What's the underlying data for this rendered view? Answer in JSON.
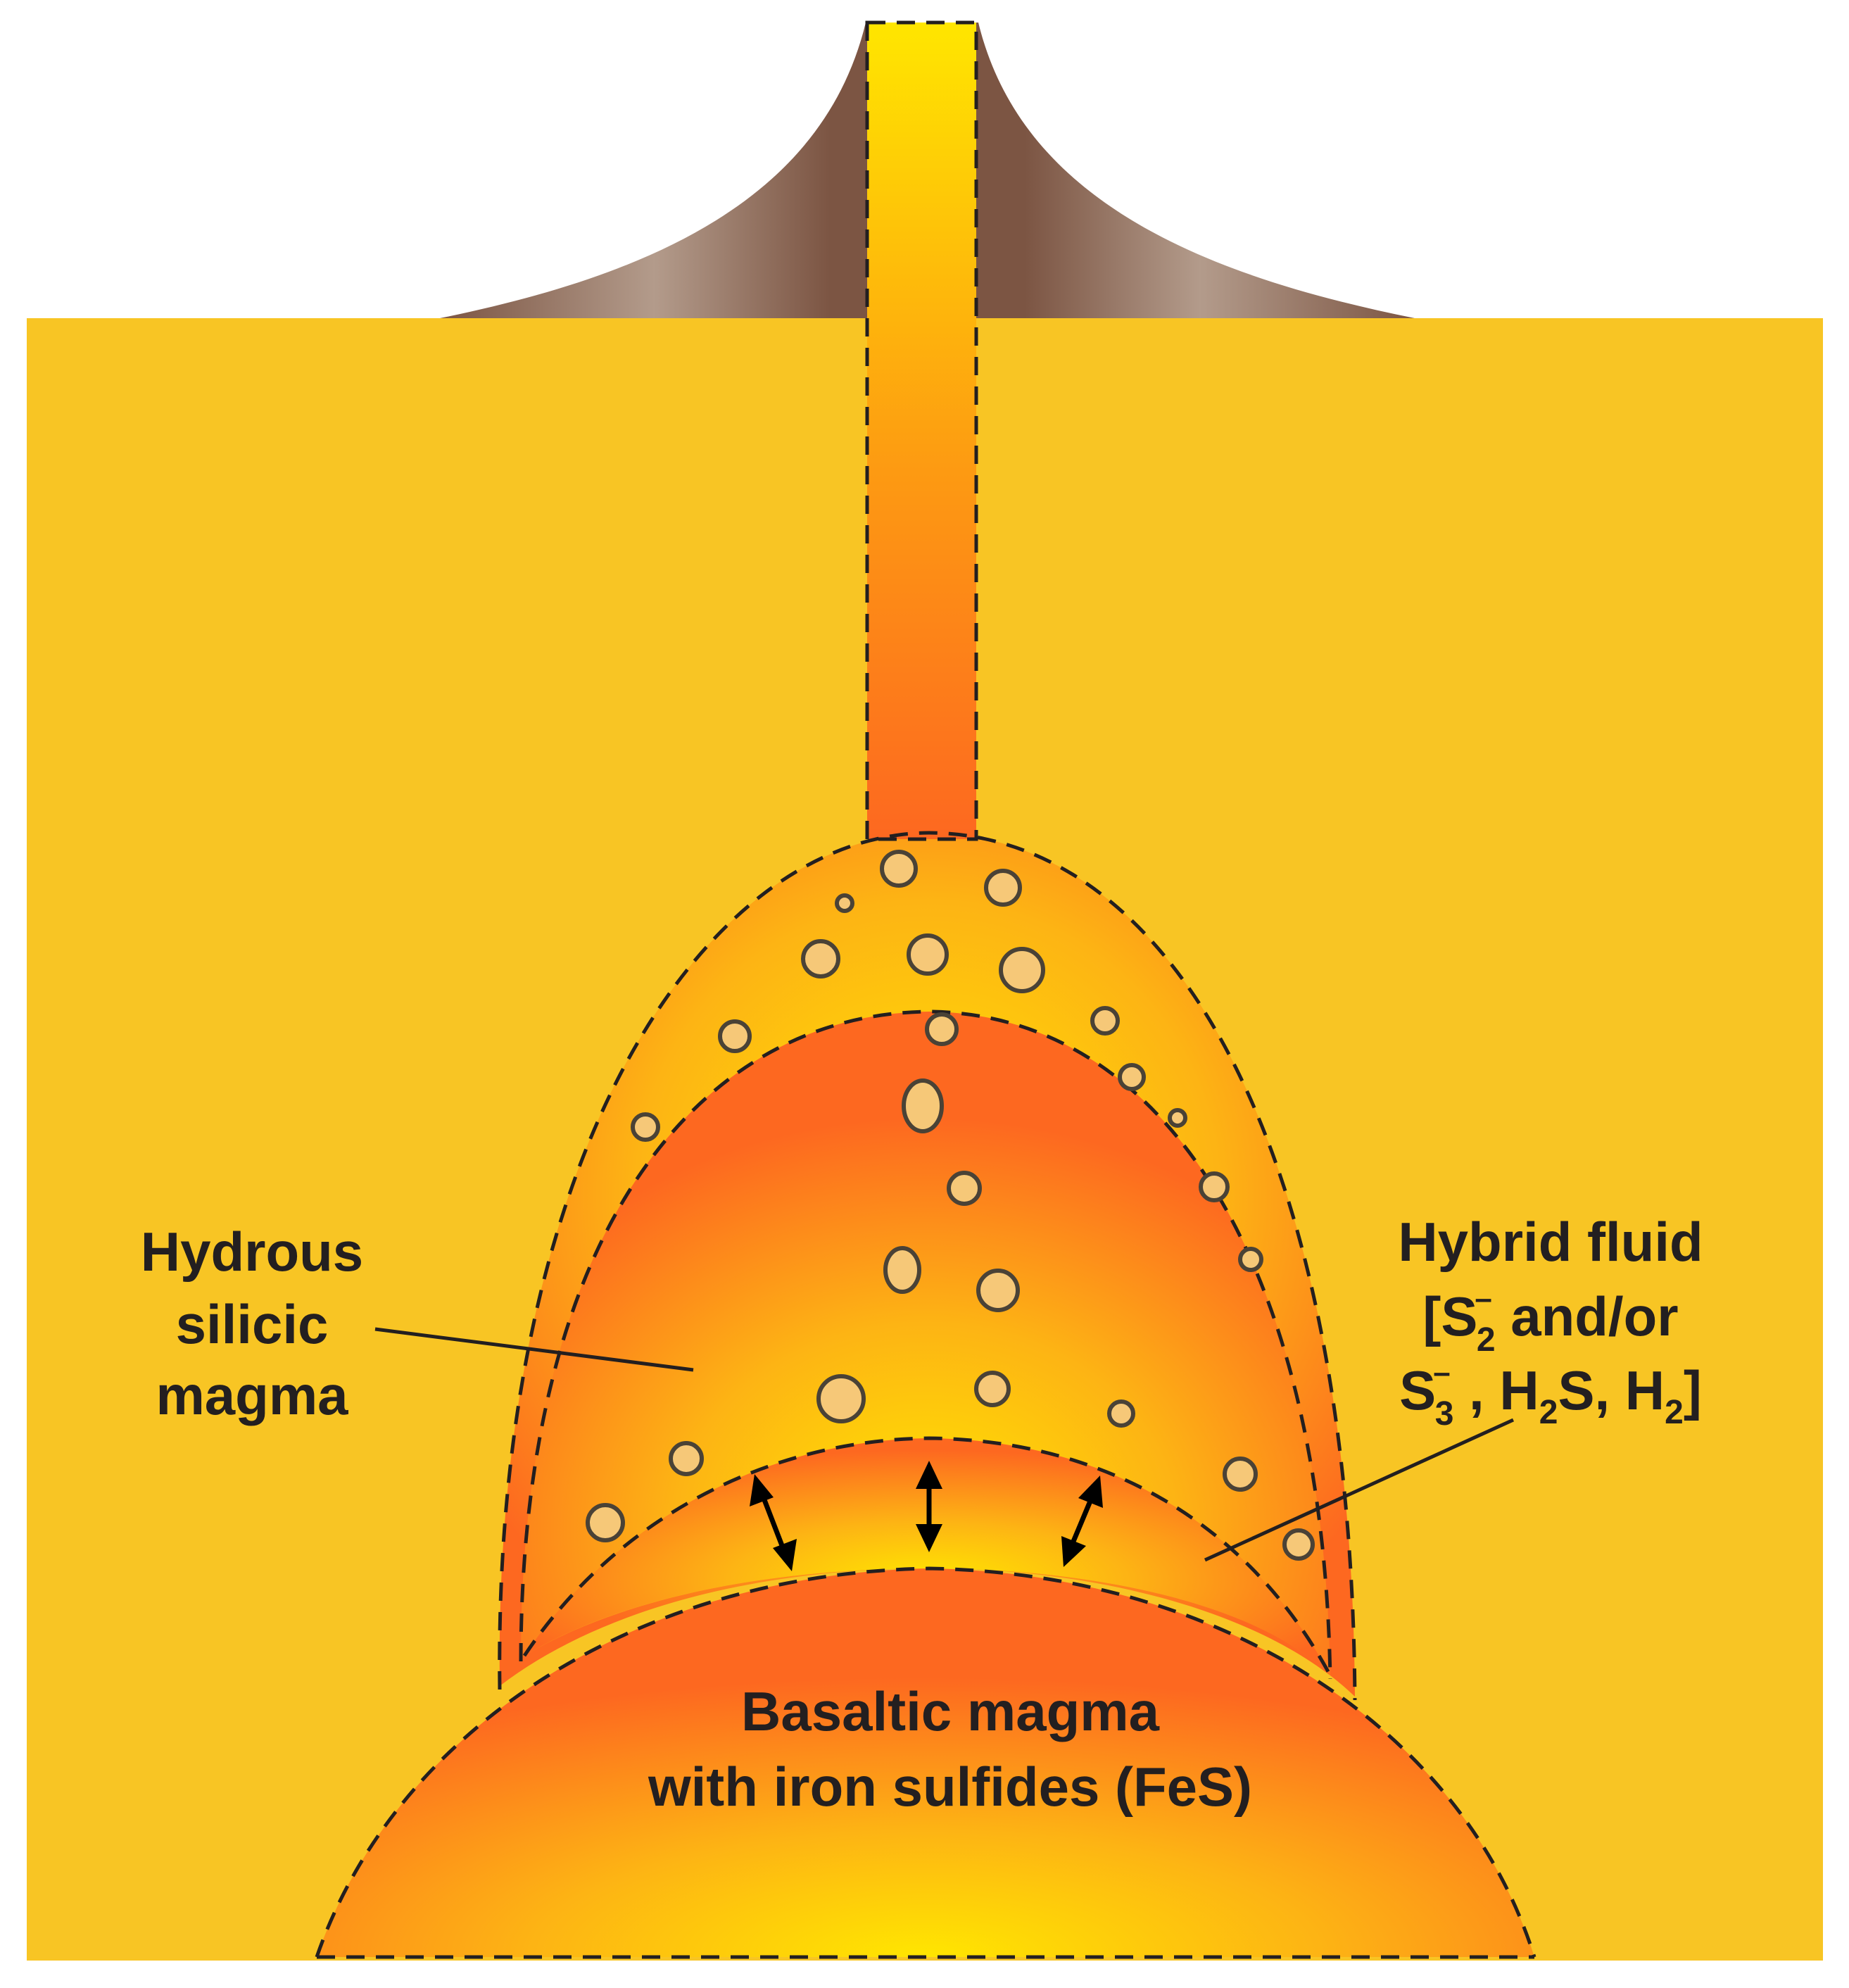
{
  "labels": {
    "hydrous_line1": "Hydrous",
    "hydrous_line2": "silicic",
    "hydrous_line3": "magma",
    "hybrid_line1": "Hybrid fluid",
    "hybrid_line2_bracket": "[S",
    "hybrid_line2_sup": "–",
    "hybrid_line2_sub": "2",
    "hybrid_line2_rest": " and/or",
    "hybrid_line3_s": "S",
    "hybrid_line3_sup": "–",
    "hybrid_line3_sub": "3",
    "hybrid_line3_mid1": " , H",
    "hybrid_line3_sub2": "2",
    "hybrid_line3_mid2": "S, H",
    "hybrid_line3_sub3": "2",
    "hybrid_line3_end": "]",
    "basalt_line1": "Basaltic magma",
    "basalt_line2": "with iron sulfides (FeS)"
  },
  "colors": {
    "crust": "#f8c524",
    "volcano_dark": "#7c5543",
    "volcano_light": "#b39b8b",
    "magma_hot": "#fd6820",
    "magma_bright": "#ffe600",
    "bubble": "#f6c878",
    "outline": "#231f20"
  }
}
